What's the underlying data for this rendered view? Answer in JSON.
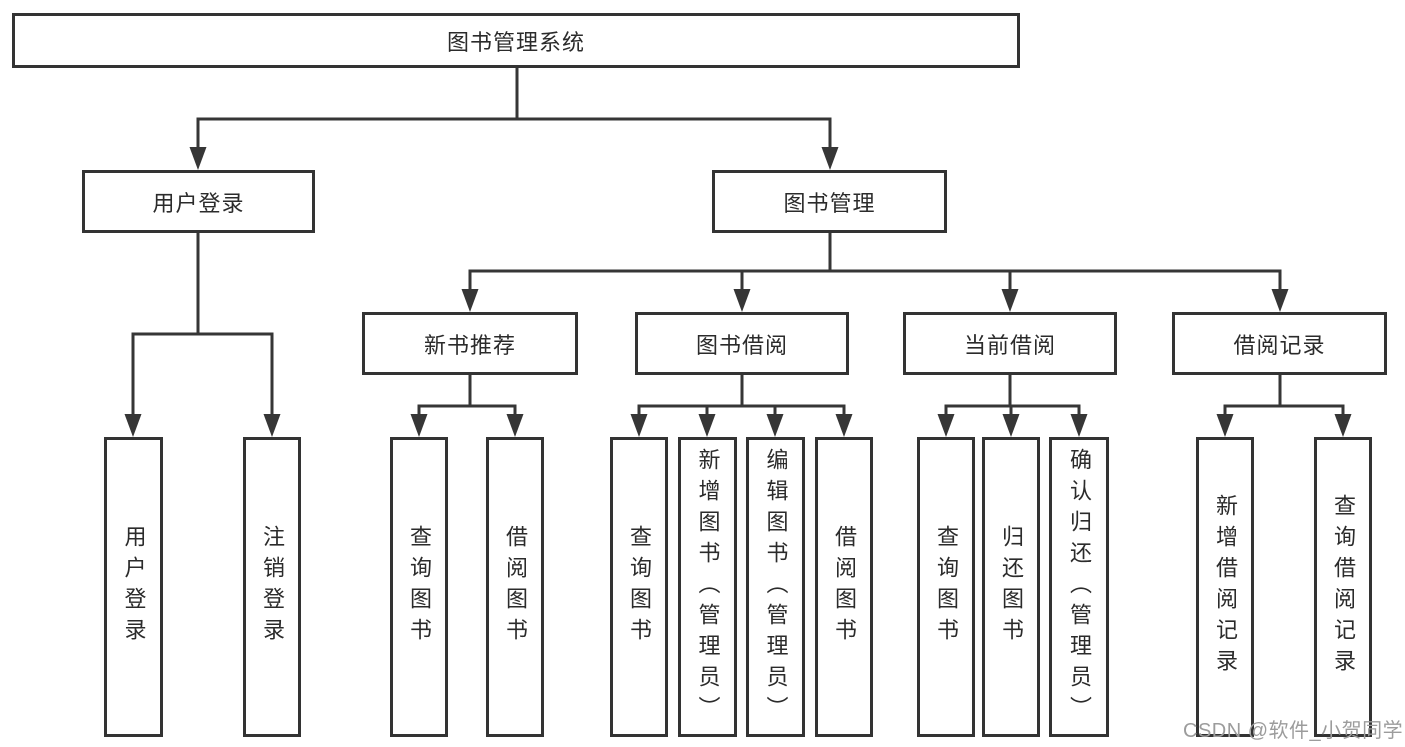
{
  "diagram": {
    "root": {
      "label": "图书管理系统"
    },
    "branches": [
      {
        "label": "用户登录",
        "children": [
          {
            "label": "用户登录"
          },
          {
            "label": "注销登录"
          }
        ]
      },
      {
        "label": "图书管理",
        "children": [
          {
            "label": "新书推荐",
            "children": [
              {
                "label": "查询图书"
              },
              {
                "label": "借阅图书"
              }
            ]
          },
          {
            "label": "图书借阅",
            "children": [
              {
                "label": "查询图书"
              },
              {
                "label": "新增图书（管理员）"
              },
              {
                "label": "编辑图书（管理员）"
              },
              {
                "label": "借阅图书"
              }
            ]
          },
          {
            "label": "当前借阅",
            "children": [
              {
                "label": "查询图书"
              },
              {
                "label": "归还图书"
              },
              {
                "label": "确认归还（管理员）"
              }
            ]
          },
          {
            "label": "借阅记录",
            "children": [
              {
                "label": "新增借阅记录"
              },
              {
                "label": "查询借阅记录"
              }
            ]
          }
        ]
      }
    ]
  },
  "watermark": {
    "text": "CSDN @软件_小贺同学",
    "color": "#9c9c9c"
  },
  "colors": {
    "line": "#363636",
    "box_border": "#333333",
    "text": "#2b2b2b",
    "background": "#ffffff",
    "watermark": "#9c9c9c"
  }
}
